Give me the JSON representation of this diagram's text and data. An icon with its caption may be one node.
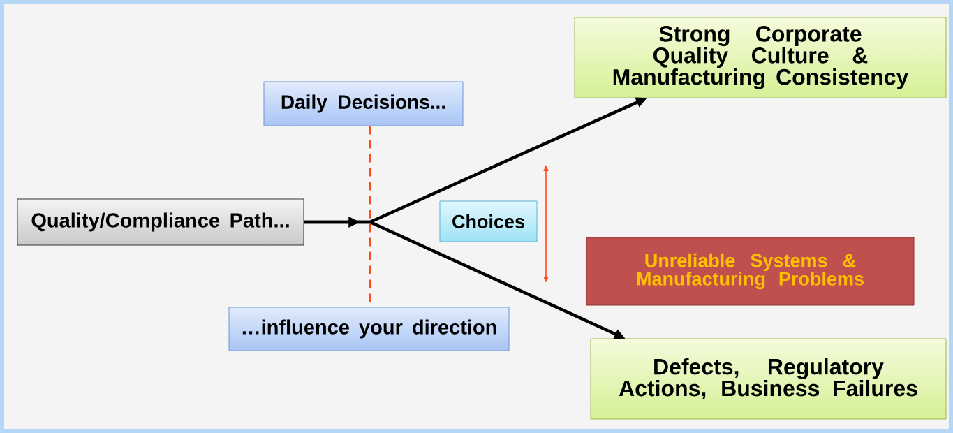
{
  "diagram": {
    "nodes": [
      {
        "text": [
          "Quality/Compliance Path..."
        ]
      },
      {
        "text": [
          "Daily Decisions..."
        ]
      },
      {
        "text": [
          "…influence your direction"
        ]
      },
      {
        "text": [
          "Choices"
        ]
      },
      {
        "text": [
          "Strong Corporate Quality Culture & Manufacturing Consistency"
        ]
      },
      {
        "text": [
          "Unreliable Systems & Manufacturing Problems"
        ]
      },
      {
        "text": [
          "Defects, Regulatory Actions, Business Failures"
        ]
      }
    ],
    "edges": [
      {
        "from": 0,
        "to": 4,
        "arrow": "to"
      },
      {
        "from": 0,
        "to": 6,
        "arrow": "to"
      },
      {
        "from": 1,
        "to": 2,
        "arrow": "none",
        "style": "dashed",
        "color": "#ff4a1c"
      }
    ]
  }
}
